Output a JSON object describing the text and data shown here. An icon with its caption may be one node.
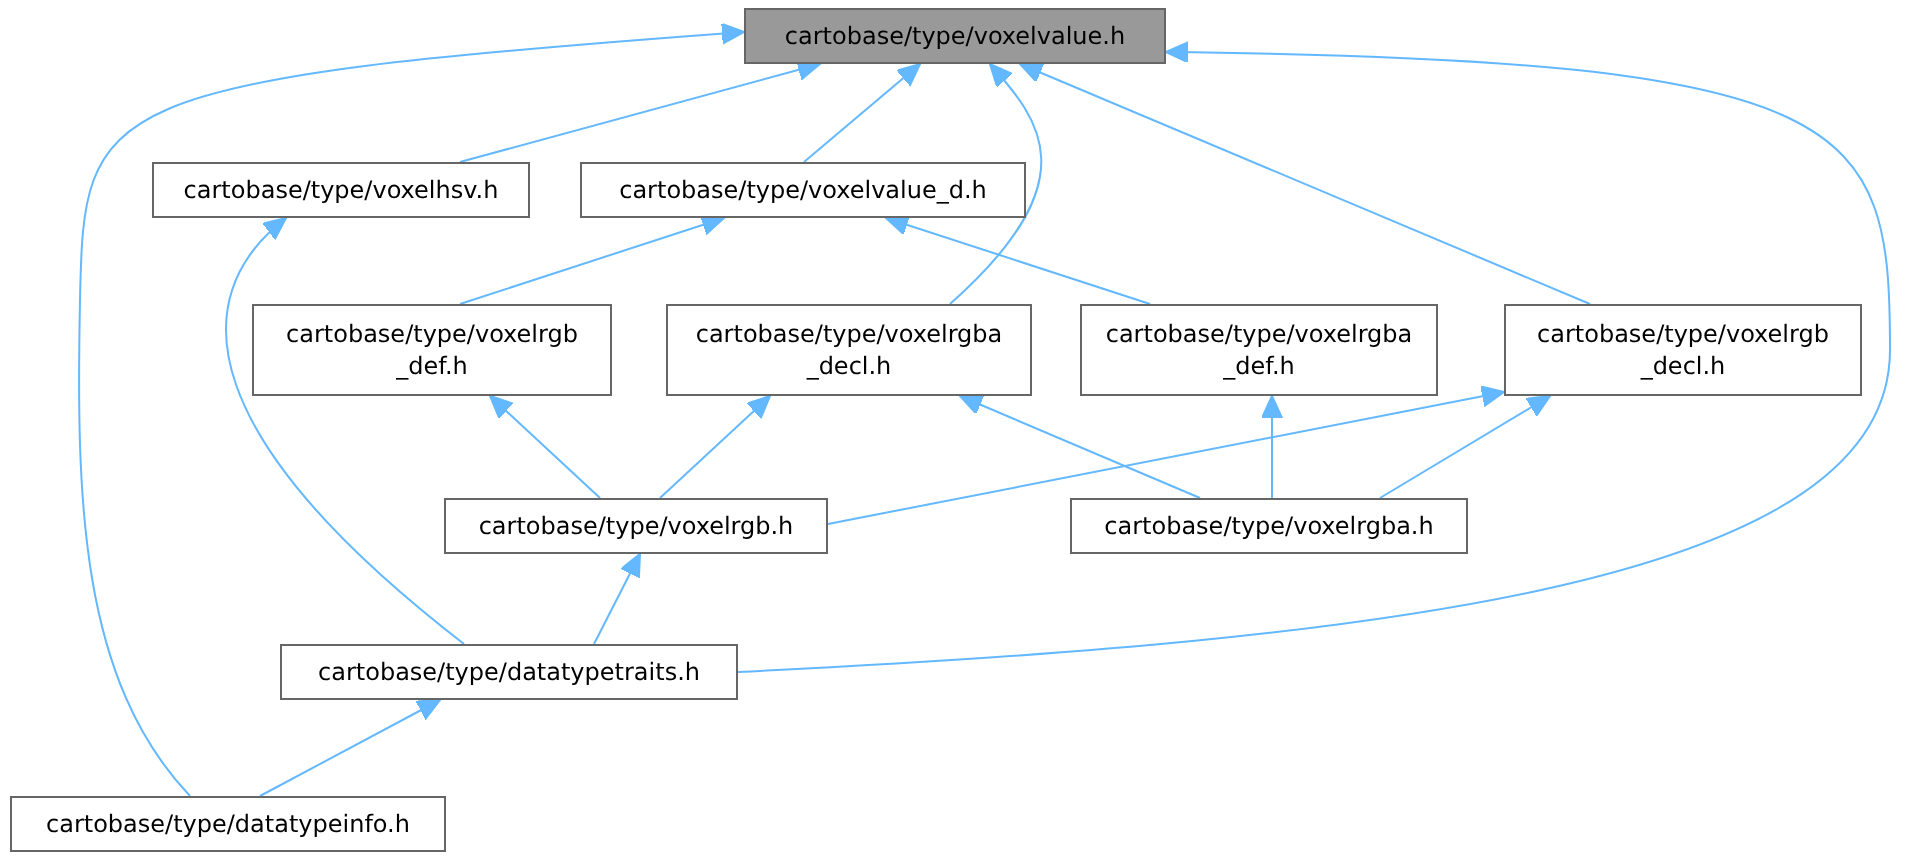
{
  "diagram": {
    "nodes": [
      {
        "text": [
          "cartobase/type/voxelvalue.h"
        ]
      },
      {
        "text": [
          "cartobase/type/voxelhsv.h"
        ]
      },
      {
        "text": [
          "cartobase/type/voxelvalue_d.h"
        ]
      },
      {
        "text": [
          "cartobase/type/voxelrgb _def.h"
        ]
      },
      {
        "text": [
          "cartobase/type/voxelrgba _decl.h"
        ]
      },
      {
        "text": [
          "cartobase/type/voxelrgba _def.h"
        ]
      },
      {
        "text": [
          "cartobase/type/voxelrgb _decl.h"
        ]
      },
      {
        "text": [
          "cartobase/type/voxelrgb.h"
        ]
      },
      {
        "text": [
          "cartobase/type/voxelrgba.h"
        ]
      },
      {
        "text": [
          "cartobase/type/datatypetraits.h"
        ]
      },
      {
        "text": [
          "cartobase/type/datatypeinfo.h"
        ]
      }
    ],
    "edges": [
      {
        "from": 1,
        "to": 0,
        "arrow": "to"
      },
      {
        "from": 2,
        "to": 0,
        "arrow": "to"
      },
      {
        "from": 4,
        "to": 0,
        "arrow": "to"
      },
      {
        "from": 6,
        "to": 0,
        "arrow": "to"
      },
      {
        "from": 9,
        "to": 0,
        "arrow": "to"
      },
      {
        "from": 10,
        "to": 0,
        "arrow": "to"
      },
      {
        "from": 9,
        "to": 1,
        "arrow": "to"
      },
      {
        "from": 3,
        "to": 2,
        "arrow": "to"
      },
      {
        "from": 5,
        "to": 2,
        "arrow": "to"
      },
      {
        "from": 7,
        "to": 3,
        "arrow": "to"
      },
      {
        "from": 7,
        "to": 4,
        "arrow": "to"
      },
      {
        "from": 8,
        "to": 4,
        "arrow": "to"
      },
      {
        "from": 8,
        "to": 5,
        "arrow": "to"
      },
      {
        "from": 7,
        "to": 6,
        "arrow": "to"
      },
      {
        "from": 8,
        "to": 6,
        "arrow": "to"
      },
      {
        "from": 9,
        "to": 7,
        "arrow": "to"
      },
      {
        "from": 10,
        "to": 9,
        "arrow": "to"
      }
    ]
  }
}
